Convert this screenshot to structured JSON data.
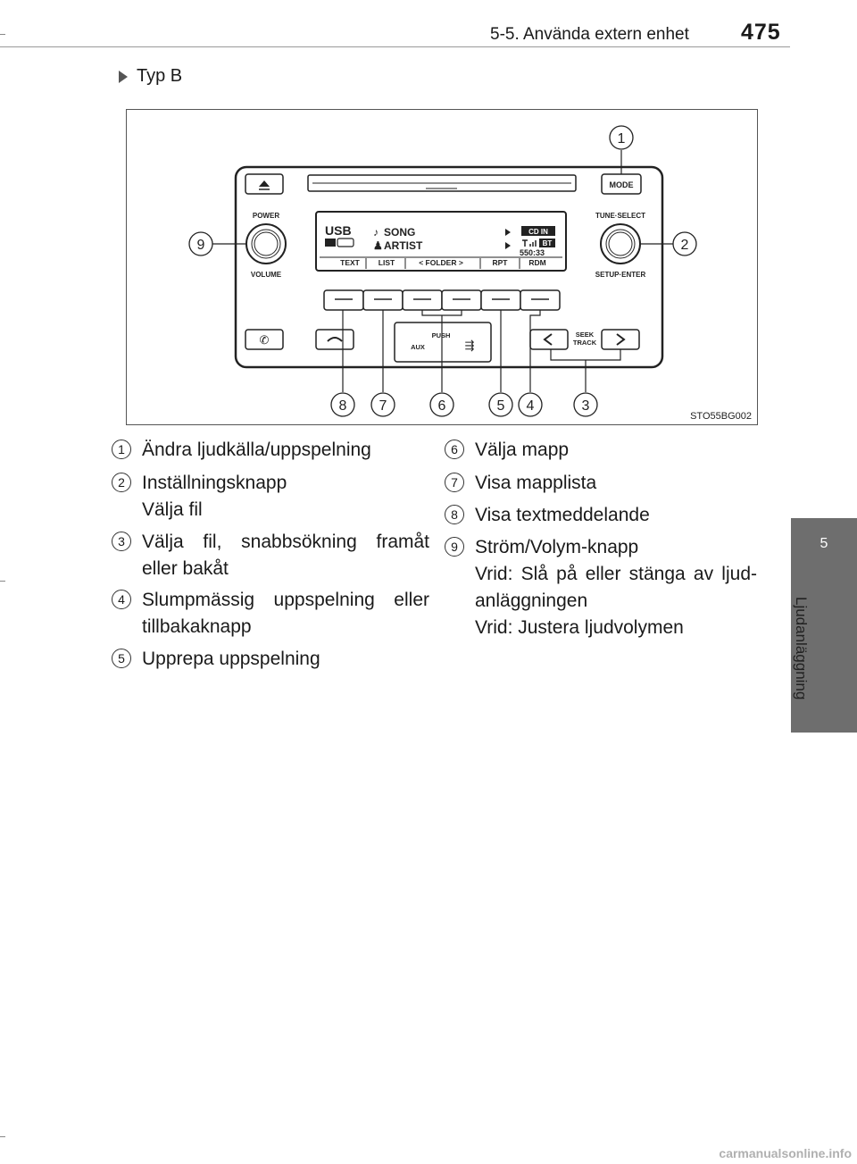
{
  "header": {
    "section": "5-5. Använda extern enhet",
    "page_number": "475"
  },
  "side_tab": {
    "chapter": "5",
    "label": "Ljudanläggning"
  },
  "subheading": "Typ B",
  "figure": {
    "code": "STO55BG002",
    "buttons": {
      "mode": "MODE",
      "power": "POWER",
      "volume": "VOLUME",
      "tune_select": "TUNE·SELECT",
      "setup_enter": "SETUP·ENTER",
      "push": "PUSH",
      "aux": "AUX",
      "seek": "SEEK",
      "track": "TRACK"
    },
    "display": {
      "source": "USB",
      "song": "SONG",
      "artist": "ARTIST",
      "cd_in": "CD IN",
      "bt": "BT",
      "time": "550:33",
      "menu": [
        "TEXT",
        "LIST",
        "< FOLDER >",
        "RPT",
        "RDM"
      ]
    },
    "callouts": [
      "1",
      "2",
      "3",
      "4",
      "5",
      "6",
      "7",
      "8",
      "9"
    ]
  },
  "items": [
    {
      "num": "1",
      "lines": [
        "Ändra ljudkälla/uppspelning"
      ]
    },
    {
      "num": "2",
      "lines": [
        "Inställningsknapp",
        "Välja fil"
      ]
    },
    {
      "num": "3",
      "lines": [
        "Välja fil, snabbsökning framåt",
        "eller bakåt"
      ]
    },
    {
      "num": "4",
      "lines": [
        "Slumpmässig uppspelning eller",
        "tillbakaknapp"
      ]
    },
    {
      "num": "5",
      "lines": [
        "Upprepa uppspelning"
      ]
    },
    {
      "num": "6",
      "lines": [
        "Välja mapp"
      ]
    },
    {
      "num": "7",
      "lines": [
        "Visa mapplista"
      ]
    },
    {
      "num": "8",
      "lines": [
        "Visa textmeddelande"
      ]
    },
    {
      "num": "9",
      "lines": [
        "Ström/Volym-knapp",
        "Vrid: Slå på eller stänga av ljud-",
        "anläggningen",
        "Vrid: Justera ljudvolymen"
      ]
    }
  ],
  "footer": "carmanualsonline.info"
}
